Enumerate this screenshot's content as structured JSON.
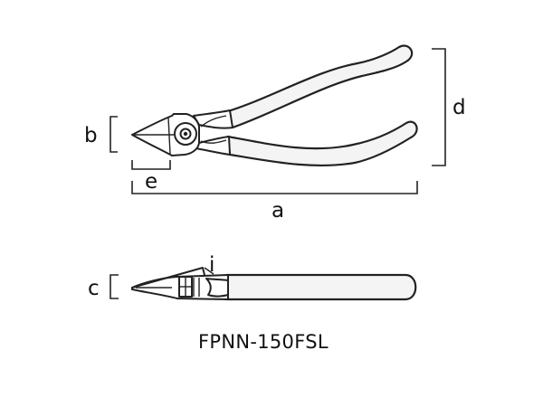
{
  "drawing": {
    "model": "FPNN-150FSL",
    "dimensions": {
      "a": "a",
      "b": "b",
      "c": "c",
      "d": "d",
      "e": "e",
      "i": "i"
    }
  }
}
